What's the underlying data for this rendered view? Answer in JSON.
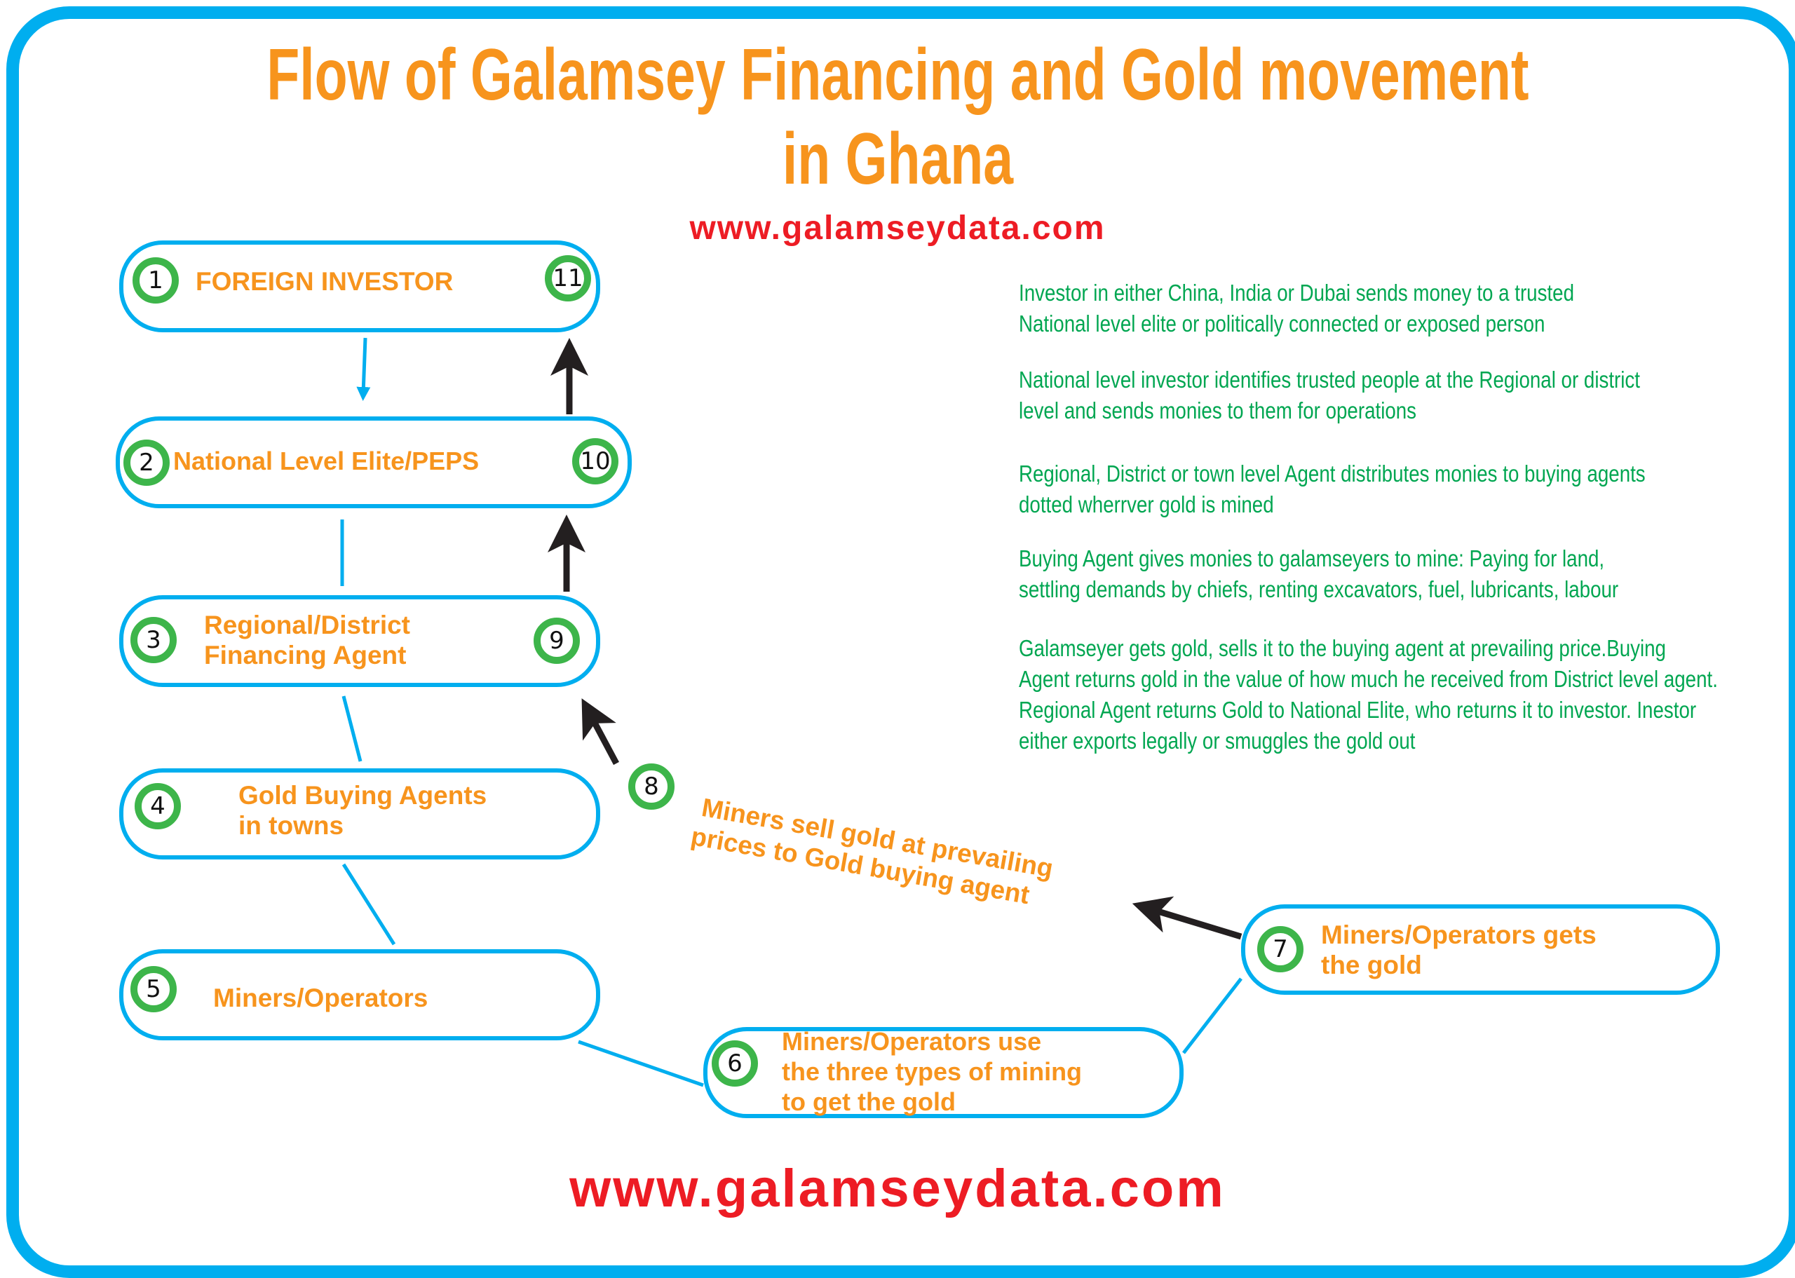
{
  "title": {
    "line1": "Flow of Galamsey Financing and Gold movement",
    "line2": "in Ghana"
  },
  "website_top": "www.galamseydata.com",
  "website_bottom": "www.galamseydata.com",
  "colors": {
    "border": "#00aeef",
    "title": "#f7941d",
    "url": "#ed1c24",
    "notes": "#00a651",
    "ring": "#3db54a",
    "arrow": "#231f20"
  },
  "nodes": [
    {
      "id": "1",
      "end_id": "11",
      "lines": [
        "FOREIGN INVESTOR"
      ]
    },
    {
      "id": "2",
      "end_id": "10",
      "lines": [
        "National Level Elite/PEPS"
      ]
    },
    {
      "id": "3",
      "end_id": "9",
      "lines": [
        "Regional/District",
        "Financing Agent"
      ]
    },
    {
      "id": "4",
      "lines": [
        "Gold Buying Agents",
        "in towns"
      ]
    },
    {
      "id": "5",
      "lines": [
        "Miners/Operators"
      ]
    },
    {
      "id": "6",
      "lines": [
        "Miners/Operators use",
        "the three types of mining",
        "to get the gold"
      ]
    },
    {
      "id": "7",
      "lines": [
        "Miners/Operators gets",
        "the gold"
      ]
    }
  ],
  "step8": {
    "id": "8",
    "lines": [
      "Miners sell gold at prevailing",
      "prices to Gold buying agent"
    ]
  },
  "notes": [
    [
      "Investor in either China, India or Dubai sends money to a trusted",
      "National level elite or politically connected or exposed person"
    ],
    [
      "National level investor identifies trusted people at the Regional or district",
      "level and sends monies to them for operations"
    ],
    [
      "Regional, District or town level Agent distributes monies to buying agents",
      "dotted wherrver gold is mined"
    ],
    [
      "Buying Agent gives monies to galamseyers to mine: Paying for land,",
      "settling demands by chiefs, renting excavators, fuel, lubricants, labour"
    ],
    [
      "Galamseyer gets gold, sells it to the buying agent at prevailing price.Buying",
      "Agent returns gold in the value of how much he received from District level agent.",
      "Regional Agent returns Gold to National Elite, who returns it to investor. Inestor",
      "either exports legally or smuggles the gold out"
    ]
  ]
}
